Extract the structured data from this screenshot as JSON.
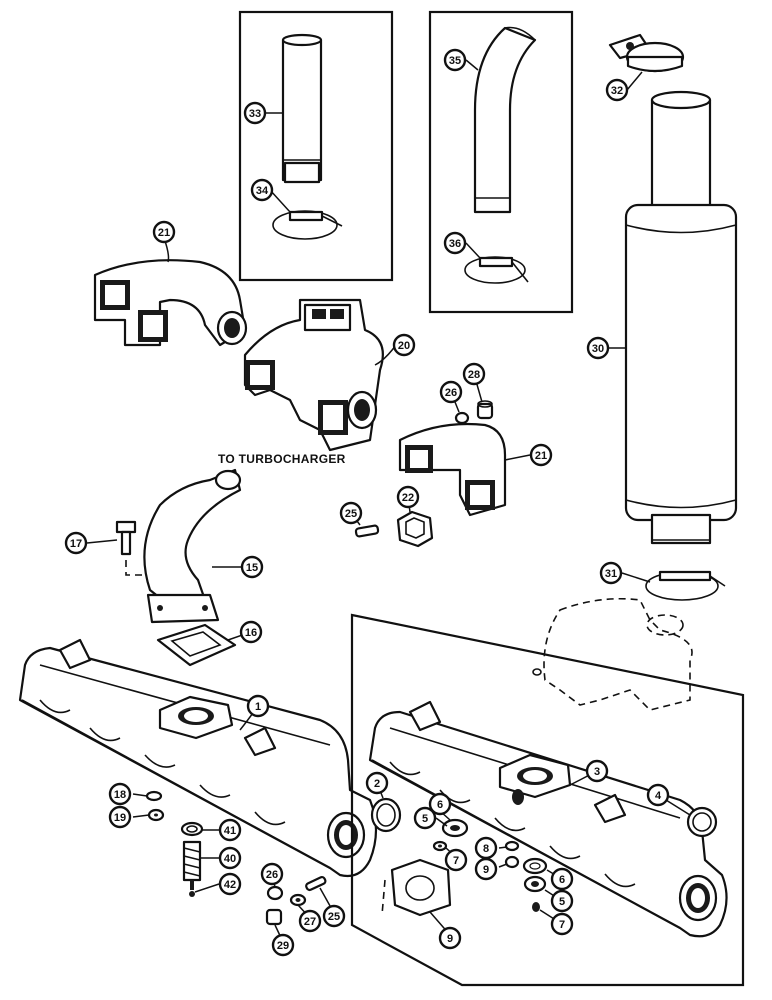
{
  "caption": "TO TURBOCHARGER",
  "callouts": [
    "1",
    "2",
    "3",
    "4",
    "5",
    "5",
    "6",
    "6",
    "7",
    "7",
    "8",
    "9",
    "9",
    "15",
    "16",
    "17",
    "18",
    "19",
    "20",
    "21",
    "21",
    "22",
    "25",
    "25",
    "26",
    "26",
    "27",
    "28",
    "29",
    "30",
    "31",
    "32",
    "33",
    "34",
    "35",
    "36",
    "40",
    "41",
    "42"
  ],
  "colors": {
    "ink": "#111111",
    "paper": "#ffffff"
  }
}
